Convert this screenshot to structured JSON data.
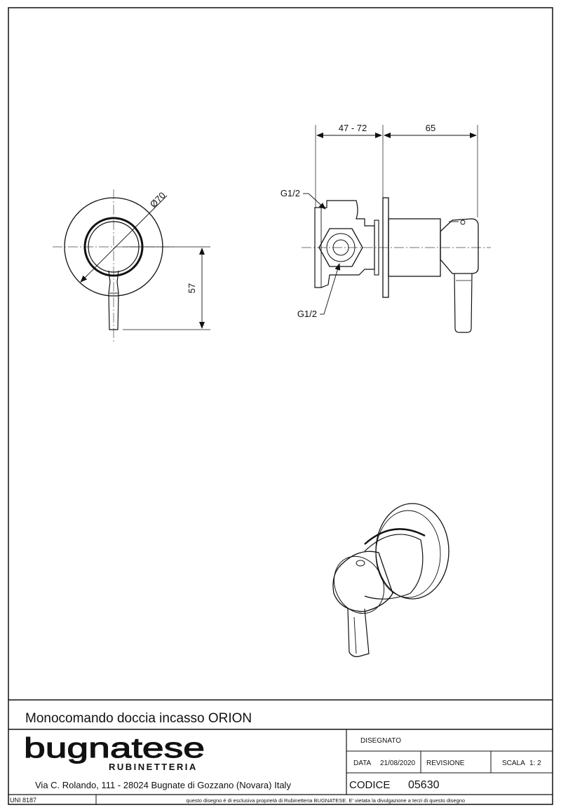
{
  "dimensions": {
    "diameter": "Ø70",
    "height": "57",
    "depth_range": "47 - 72",
    "length": "65",
    "thread_top": "G1/2",
    "thread_bottom": "G1/2"
  },
  "title_block": {
    "product_title": "Monocomando doccia incasso ORION",
    "logo_text": "bugnatese",
    "logo_subtext": "RUBINETTERIA",
    "address": "Via C. Rolando, 111 - 28024 Bugnate di Gozzano (Novara) Italy",
    "disegnato_label": "DISEGNATO",
    "data_label": "DATA",
    "data_value": "21/08/2020",
    "revisione_label": "REVISIONE",
    "scala_label": "SCALA",
    "scala_value": "1: 2",
    "codice_label": "CODICE",
    "codice_value": "05630",
    "norm": "UNI 8187",
    "disclaimer_left": "questo disegno è di esclusiva proprietà di",
    "disclaimer_right": "Rubinetteria BUGNATESE. E' vietata la divulgazione a terzi di questo disegno"
  }
}
